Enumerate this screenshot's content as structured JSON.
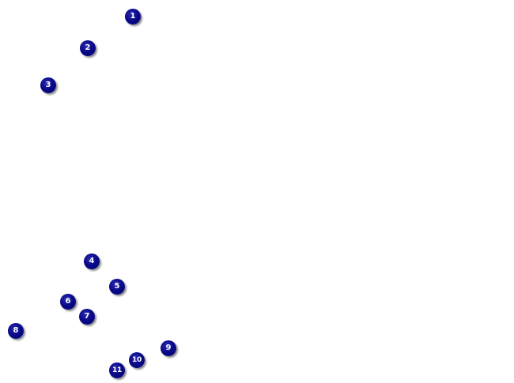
{
  "markers": [
    {
      "label": "1"
    },
    {
      "label": "2"
    },
    {
      "label": "3"
    },
    {
      "label": "4"
    },
    {
      "label": "5"
    },
    {
      "label": "6"
    },
    {
      "label": "7"
    },
    {
      "label": "8"
    },
    {
      "label": "9"
    },
    {
      "label": "10"
    },
    {
      "label": "11"
    }
  ],
  "colors": {
    "background": "#ffffff",
    "marker_fill": "#0a0a8a",
    "marker_text": "#ffffff"
  }
}
